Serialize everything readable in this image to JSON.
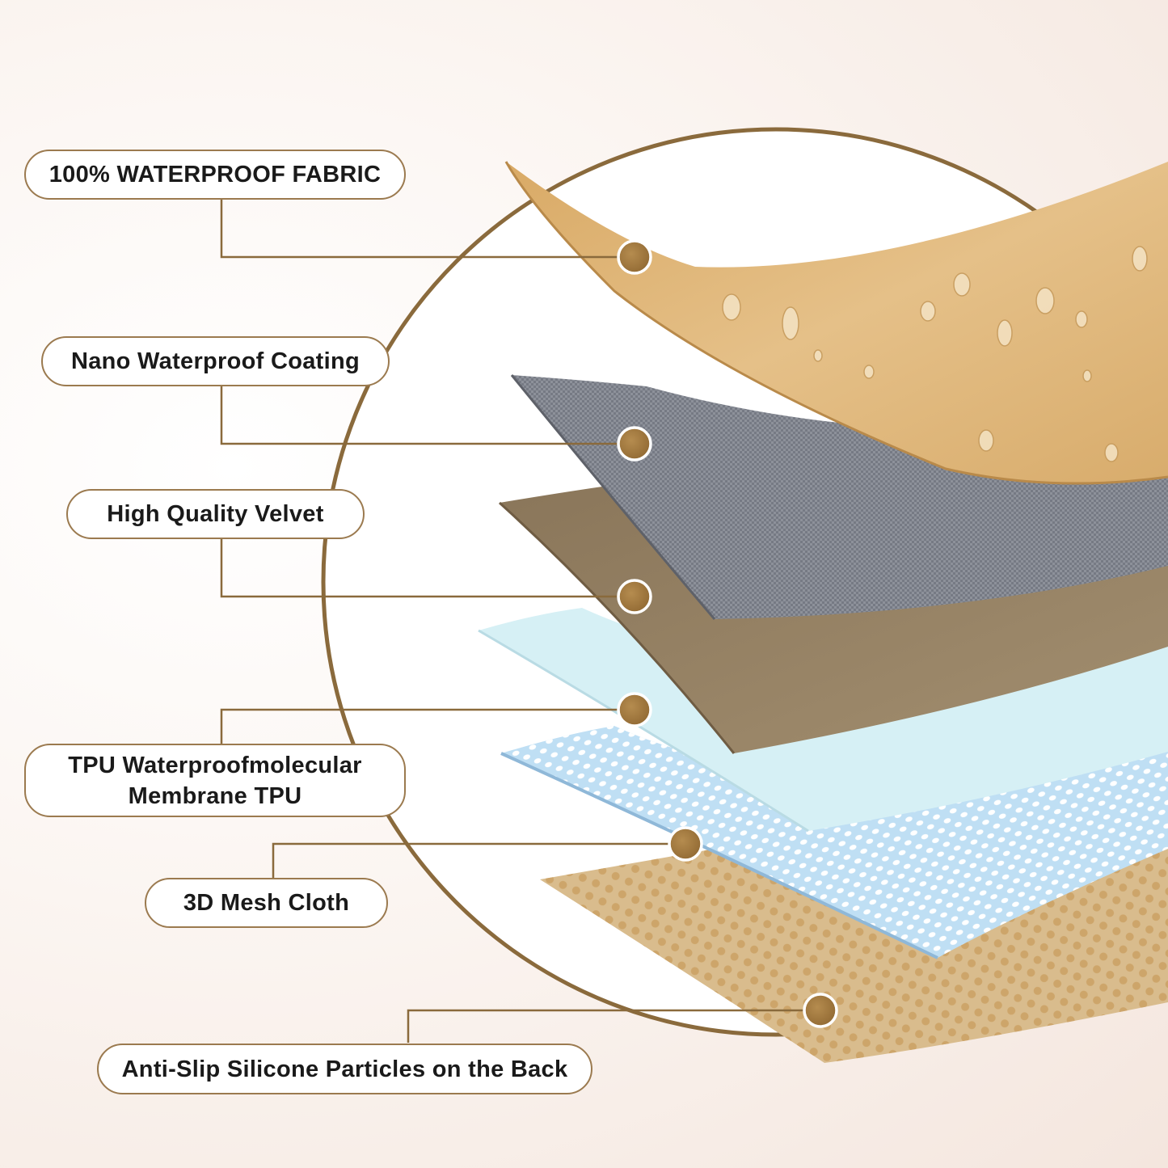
{
  "colors": {
    "accent": "#8a6a3c",
    "circle_stroke": "#8a6a3c",
    "dot_fill": "#a87f45",
    "waterproof_fabric": "#dcb06e",
    "nano_coating": "#7c7f88",
    "velvet": "#8e7a5e",
    "tpu_membrane": "#d7f1f6",
    "mesh": "#c4e4f6",
    "silicone_back": "#ddbf8f"
  },
  "layers": [
    {
      "id": "waterproof-fabric",
      "label_lines": [
        "100% WATERPROOF FABRIC"
      ]
    },
    {
      "id": "nano-coating",
      "label_lines": [
        "Nano Waterproof Coating"
      ]
    },
    {
      "id": "velvet",
      "label_lines": [
        "High Quality Velvet"
      ]
    },
    {
      "id": "tpu-membrane",
      "label_lines": [
        "TPU Waterproofmolecular",
        "Membrane TPU"
      ]
    },
    {
      "id": "mesh-cloth",
      "label_lines": [
        "3D Mesh Cloth"
      ]
    },
    {
      "id": "silicone-back",
      "label_lines": [
        "Anti-Slip Silicone Particles on the Back"
      ]
    }
  ]
}
